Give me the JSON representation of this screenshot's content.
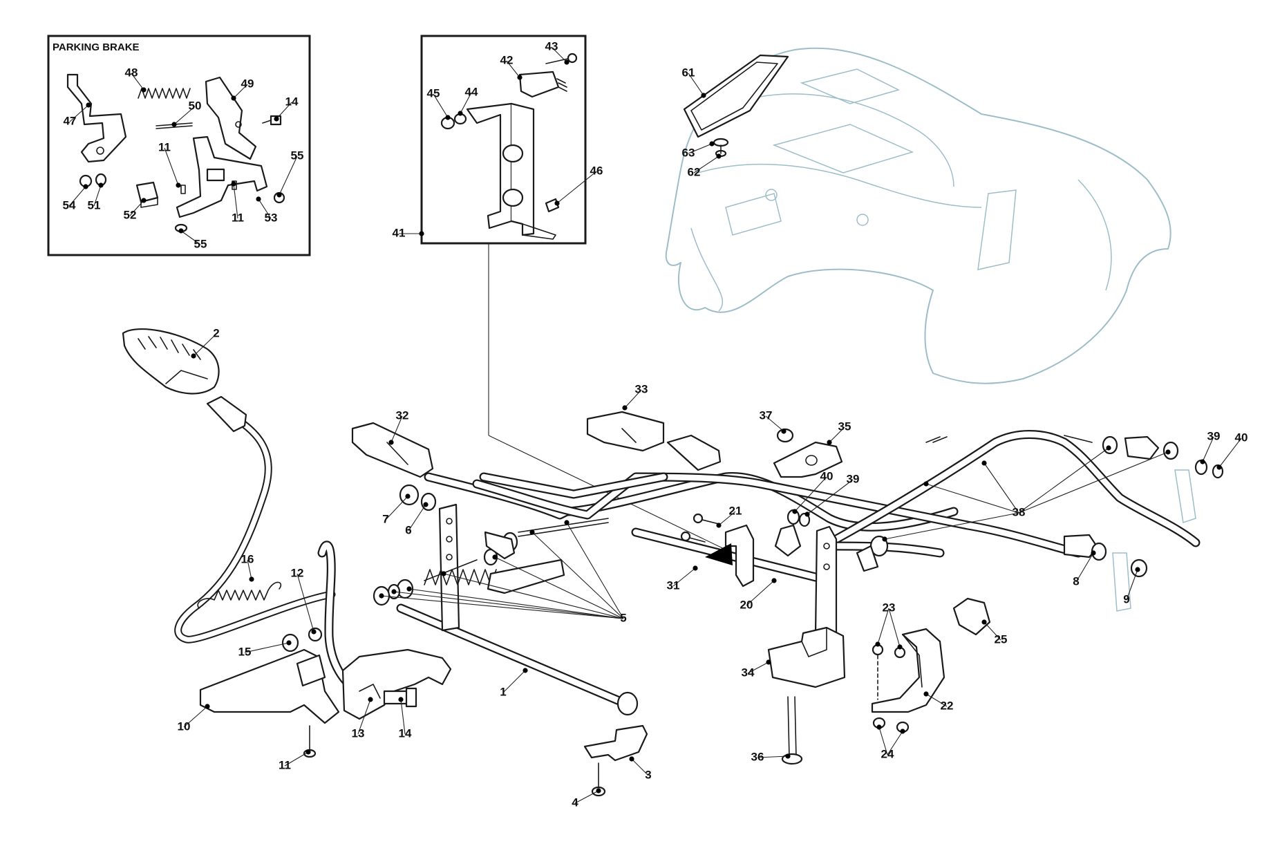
{
  "inset_parking_brake": {
    "title": "PARKING BRAKE",
    "labels": [
      "47",
      "48",
      "49",
      "50",
      "14",
      "11",
      "11",
      "51",
      "52",
      "53",
      "54",
      "55",
      "55"
    ]
  },
  "inset_switch": {
    "labels": [
      "41",
      "42",
      "43",
      "44",
      "45",
      "46"
    ]
  },
  "main_labels": [
    "1",
    "2",
    "3",
    "4",
    "5",
    "6",
    "7",
    "8",
    "9",
    "10",
    "11",
    "12",
    "13",
    "14",
    "15",
    "16",
    "20",
    "21",
    "22",
    "23",
    "24",
    "25",
    "31",
    "32",
    "33",
    "34",
    "35",
    "36",
    "37",
    "38",
    "39",
    "39",
    "40",
    "40",
    "61",
    "62",
    "63"
  ],
  "colors": {
    "line": "#1a1a1a",
    "ghost_outline": "#9dbdc9",
    "background": "#ffffff"
  }
}
